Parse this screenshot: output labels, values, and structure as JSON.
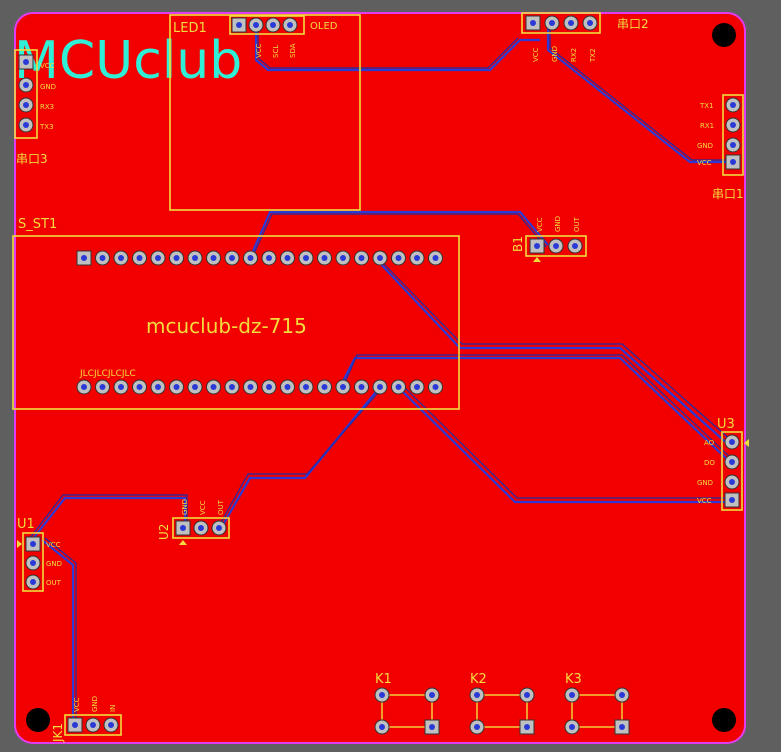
{
  "board": {
    "logo": "MCUclub",
    "title": "mcuclub-dz-715",
    "jlc": "JLCJLCJLCJLC",
    "colors": {
      "board": "#f20000",
      "silk": "#f2dc3c",
      "trace": "#2b3ad6",
      "logo": "#2ff0d6",
      "background": "#5f5f5f"
    }
  },
  "components": {
    "led1": {
      "ref": "LED1",
      "name": "OLED",
      "pins": [
        "VCC",
        "SCL",
        "SDA"
      ]
    },
    "uart2": {
      "ref": "串口2",
      "pins": [
        "VCC",
        "GND",
        "RX2",
        "TX2"
      ]
    },
    "uart3": {
      "ref": "串口3",
      "pins": [
        "VCC",
        "GND",
        "RX3",
        "TX3"
      ]
    },
    "uart1": {
      "ref": "串口1",
      "pins": [
        "TX1",
        "RX1",
        "GND",
        "VCC"
      ]
    },
    "sst1": {
      "ref": "S_ST1"
    },
    "b1": {
      "ref": "B1",
      "pins": [
        "VCC",
        "GND",
        "OUT"
      ]
    },
    "u3": {
      "ref": "U3",
      "pins": [
        "AO",
        "DO",
        "GND",
        "VCC"
      ]
    },
    "u1": {
      "ref": "U1",
      "pins": [
        "VCC",
        "GND",
        "OUT"
      ]
    },
    "u2": {
      "ref": "U2",
      "pins": [
        "GND",
        "VCC",
        "OUT"
      ]
    },
    "jk1": {
      "ref": "JK1",
      "pins": [
        "VCC",
        "GND",
        "IN"
      ]
    },
    "k1": {
      "ref": "K1"
    },
    "k2": {
      "ref": "K2"
    },
    "k3": {
      "ref": "K3"
    }
  }
}
